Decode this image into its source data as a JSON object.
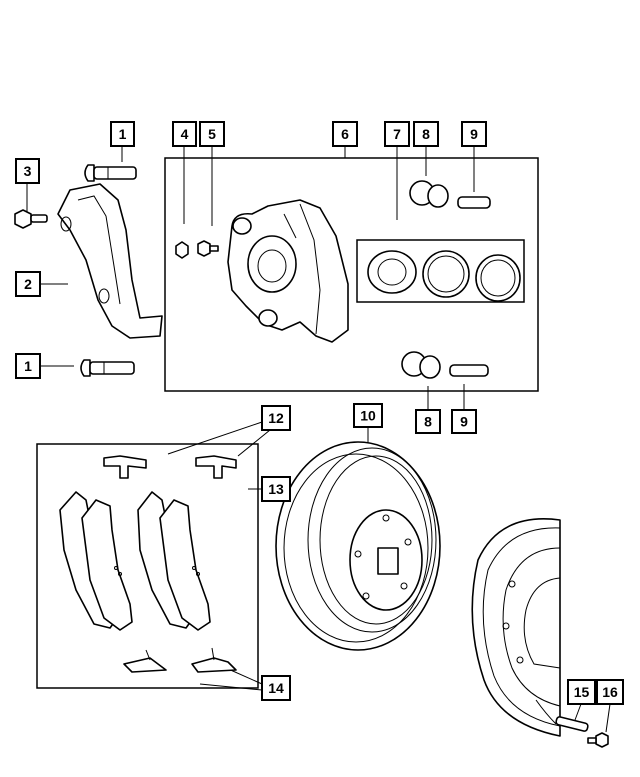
{
  "callouts": {
    "c1a": "1",
    "c1b": "1",
    "c2": "2",
    "c3": "3",
    "c4": "4",
    "c5": "5",
    "c6": "6",
    "c7": "7",
    "c8a": "8",
    "c8b": "8",
    "c9a": "9",
    "c9b": "9",
    "c10": "10",
    "c12": "12",
    "c13": "13",
    "c14": "14",
    "c15": "15",
    "c16": "16"
  },
  "colors": {
    "ink": "#000000",
    "paper": "#ffffff"
  }
}
